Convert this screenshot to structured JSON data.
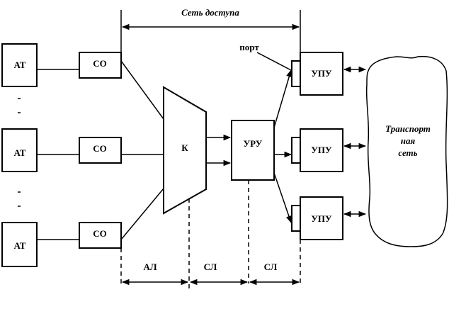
{
  "title": "Сеть доступа",
  "terminal_label": "АТ",
  "terminals": [
    "АТ",
    "АТ",
    "АТ"
  ],
  "concentrators": [
    "СО",
    "СО",
    "СО"
  ],
  "switch_label": "К",
  "distribution_label": "УРУ",
  "access_nodes": [
    "УПУ",
    "УПУ",
    "УПУ"
  ],
  "port_label": "порт",
  "transport_network": [
    "Транспорт",
    "ная",
    "сеть"
  ],
  "segments": [
    "АЛ",
    "СЛ",
    "СЛ"
  ]
}
